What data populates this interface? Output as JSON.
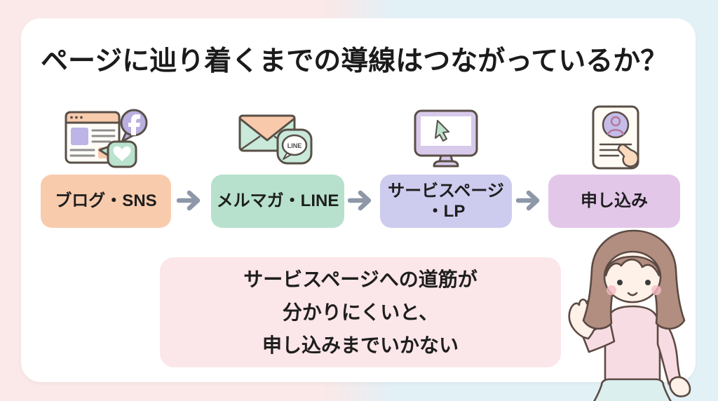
{
  "page": {
    "title": "ページに辿り着くまでの導線はつながっているか？"
  },
  "flow": {
    "steps": [
      {
        "name": "blog-sns",
        "icon": "blog-sns-icon",
        "color": "#F8CBAD",
        "lines": [
          "ブログ・SNS"
        ]
      },
      {
        "name": "mailmag-line",
        "icon": "mail-line-icon",
        "color": "#B7E1CD",
        "lines": [
          "メルマガ・LINE"
        ]
      },
      {
        "name": "service-page-lp",
        "icon": "monitor-cursor-icon",
        "color": "#CDCBEE",
        "lines": [
          "サービスページ",
          "・LP"
        ]
      },
      {
        "name": "apply",
        "icon": "signup-form-icon",
        "color": "#E3C7E9",
        "lines": [
          "申し込み"
        ]
      }
    ],
    "line_badge": "LINE",
    "arrow_color": "#8D97A8"
  },
  "note": {
    "lines": [
      "サービスページへの道筋が",
      "分かりにくいと、",
      "申し込みまでいかない"
    ]
  },
  "colors": {
    "background_left": "#FBE8E8",
    "background_right": "#E2F1F6",
    "card": "#FFFFFF",
    "title_text": "#1B1B1B",
    "note_background": "#FBE6E9",
    "outline": "#594F47",
    "peach": "#F8CBAD",
    "mint": "#B7E1CD",
    "lavender": "#CDCBEE",
    "purple_pink": "#E3C7E9"
  }
}
